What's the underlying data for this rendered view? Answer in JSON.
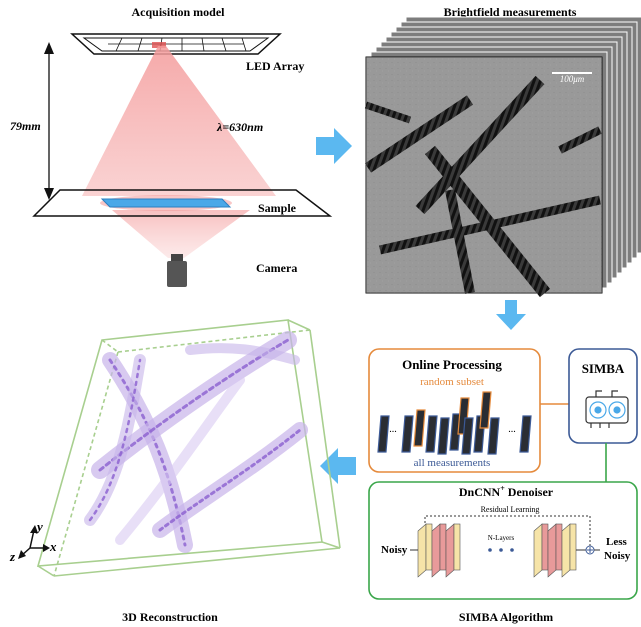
{
  "panels": {
    "acquisition": {
      "title": "Acquisition model",
      "led_label": "LED Array",
      "distance_label": "79mm",
      "wavelength_label": "λ=630nm",
      "sample_label": "Sample",
      "camera_label": "Camera"
    },
    "measurements": {
      "title": "Brightfield measurements",
      "scale_bar_label": "100μm"
    },
    "reconstruction": {
      "caption": "3D Reconstruction",
      "axis_x": "x",
      "axis_y": "y",
      "axis_z": "z"
    },
    "algorithm": {
      "caption": "SIMBA Algorithm",
      "online_title": "Online Processing",
      "random_subset": "random subset",
      "all_measurements": "all measurements",
      "ellipsis_left": "...",
      "ellipsis_right": "...",
      "simba_label": "SIMBA",
      "denoiser_title": "DnCNN",
      "denoiser_sup": "+",
      "denoiser_suffix": " Denoiser",
      "residual_label": "Residual Learning",
      "n_layers": "N-Layers",
      "noisy_label": "Noisy",
      "less_label": "Less",
      "less_noisy_label": "Noisy"
    }
  },
  "colors": {
    "beam": "#f4a6a6",
    "sample": "#4aa8e8",
    "arrow": "#5bb8f0",
    "online_border": "#e58a3c",
    "simba_border": "#3c5a96",
    "denoiser_border": "#3aa64a",
    "volume_border": "#a8cf8f",
    "fiber": "#8b5fd0"
  }
}
